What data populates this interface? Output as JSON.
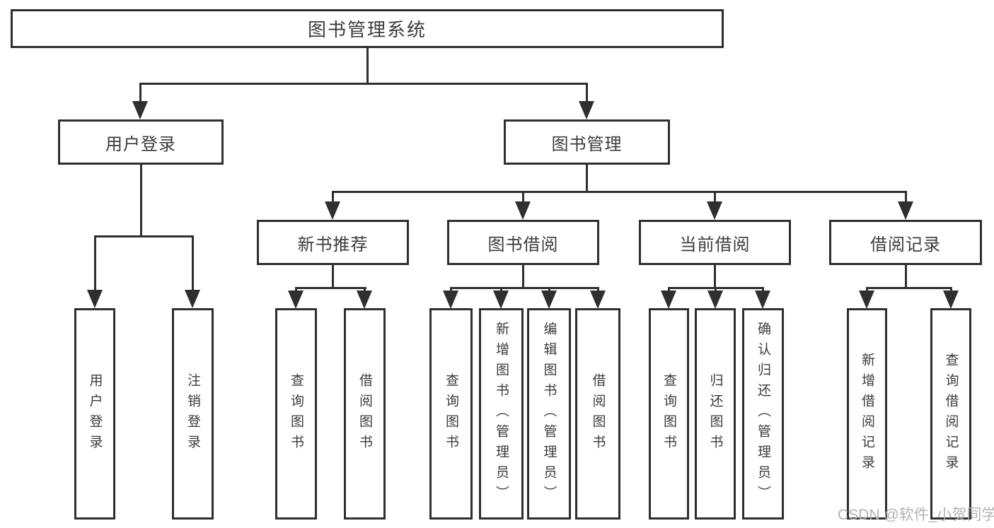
{
  "colors": {
    "line": "#2f2f2f",
    "text": "#3c3c3c",
    "watermark_gray": "#b3b3b3",
    "background": "#ffffff"
  },
  "watermark": "CSDN @软件_小贺同学",
  "tree": {
    "label": "图书管理系统",
    "children": [
      {
        "label": "用户登录",
        "children": [
          {
            "label": "用户登录"
          },
          {
            "label": "注销登录"
          }
        ]
      },
      {
        "label": "图书管理",
        "children": [
          {
            "label": "新书推荐",
            "children": [
              {
                "label": "查询图书"
              },
              {
                "label": "借阅图书"
              }
            ]
          },
          {
            "label": "图书借阅",
            "children": [
              {
                "label": "查询图书"
              },
              {
                "label": "新增图书（管理员）"
              },
              {
                "label": "编辑图书（管理员）"
              },
              {
                "label": "借阅图书"
              }
            ]
          },
          {
            "label": "当前借阅",
            "children": [
              {
                "label": "查询图书"
              },
              {
                "label": "归还图书"
              },
              {
                "label": "确认归还（管理员）"
              }
            ]
          },
          {
            "label": "借阅记录",
            "children": [
              {
                "label": "新增借阅记录"
              },
              {
                "label": "查询借阅记录"
              }
            ]
          }
        ]
      }
    ]
  }
}
